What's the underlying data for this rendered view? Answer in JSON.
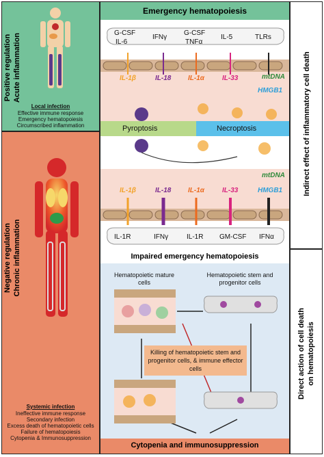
{
  "left_panel": {
    "top": {
      "title_line1": "Positive regulation",
      "title_line2": "Acute inflammation",
      "heading": "Local infection",
      "items": [
        "Effective immune response",
        "Emergency hematopoiesis",
        "Circumscribed inflammation"
      ]
    },
    "bottom": {
      "title_line1": "Negative regulation",
      "title_line2": "Chronic inflammation",
      "heading": "Systemic infection",
      "items": [
        "Ineffective immune response",
        "Secondary infection",
        "Excess death of hematopoietic cells",
        "Failure of hematopoiesis",
        "Cytopenia & Immunosuppression"
      ]
    }
  },
  "right_panel": {
    "top_label": "Indirect effect of inflammatory cell death",
    "bottom_label_line1": "Direct action of cell death",
    "bottom_label_line2": "on hematopoiesis"
  },
  "center": {
    "top_title": "Emergency hematopoiesis",
    "top_factors": [
      "G-CSF",
      "IL-6",
      "IFNγ",
      "G-CSF",
      "TNFα",
      "IL-5",
      "TLRs"
    ],
    "cytokines_top": [
      "IL-1β",
      "IL-18",
      "IL-1α",
      "IL-33",
      "mtDNA",
      "HMGB1"
    ],
    "pyroptosis": "Pyroptosis",
    "necroptosis": "Necroptosis",
    "cytokines_bottom": [
      "IL-1β",
      "IL-18",
      "IL-1α",
      "IL-33",
      "mtDNA",
      "HMGB1"
    ],
    "bottom_factors": [
      "IL-1R",
      "IFNγ",
      "IL-1R",
      "GM-CSF",
      "IFNα"
    ],
    "impaired_title": "Impaired emergency hematopoiesis",
    "mature_cells": "Hematopoietic mature cells",
    "stem_cells": "Hematopoietic stem and progenitor cells",
    "killing_text": "Killing of hematopoietic stem and progenitor cells, & immune effector cells",
    "bottom_title": "Cytopenia and immunosuppression"
  },
  "colors": {
    "green": "#74c29a",
    "salmon": "#ea8a68",
    "blue_panel": "#dde9f4",
    "necroptosis": "#5bc0ea",
    "pyroptosis": "#b8d98a",
    "il1b": "#f2a22a",
    "il18": "#7a2a8f",
    "il1a": "#ec6a1e",
    "il33": "#d8237e",
    "mtdna": "#2e8a3a",
    "hmgb1": "#2f9fd8"
  }
}
